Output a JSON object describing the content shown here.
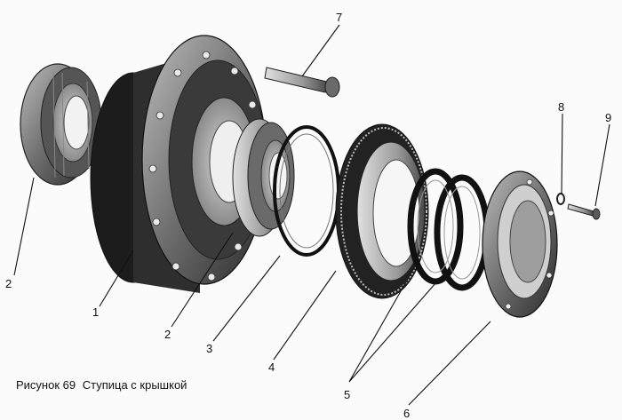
{
  "figure": {
    "caption_label": "Рисунок 69",
    "caption_title": "Ступица с крышкой"
  },
  "callouts": [
    {
      "id": "c2a",
      "label": "2"
    },
    {
      "id": "c1",
      "label": "1"
    },
    {
      "id": "c2b",
      "label": "2"
    },
    {
      "id": "c3",
      "label": "3"
    },
    {
      "id": "c4",
      "label": "4"
    },
    {
      "id": "c5",
      "label": "5"
    },
    {
      "id": "c6",
      "label": "6"
    },
    {
      "id": "c7",
      "label": "7"
    },
    {
      "id": "c8",
      "label": "8"
    },
    {
      "id": "c9",
      "label": "9"
    }
  ]
}
